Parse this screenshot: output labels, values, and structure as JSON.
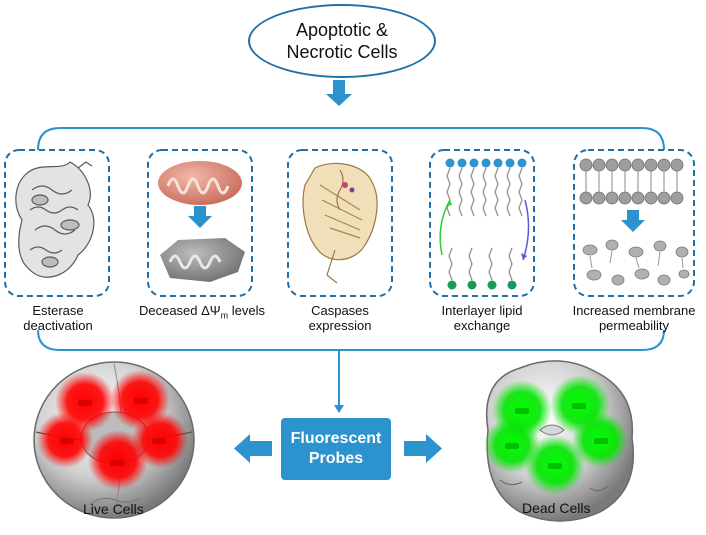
{
  "header": {
    "line1": "Apoptotic &",
    "line2": "Necrotic Cells"
  },
  "mechanisms": [
    {
      "line1": "Esterase",
      "line2": "deactivation",
      "icon": "esterase-protein-icon"
    },
    {
      "line1": "Deceased ΔΨ",
      "sub": "m",
      "line1b": " levels",
      "line2": "",
      "icon": "mitochondria-icon"
    },
    {
      "line1": "Caspases",
      "line2": "expression",
      "icon": "caspase-protein-icon"
    },
    {
      "line1": "Interlayer lipid",
      "line2": "exchange",
      "icon": "lipid-bilayer-icon"
    },
    {
      "line1": "Increased membrane",
      "line2": "permeability",
      "icon": "membrane-disruption-icon"
    }
  ],
  "probe": {
    "line1": "Fluorescent",
    "line2": "Probes"
  },
  "live_cells": {
    "label": "Live Cells",
    "color": "#ff0000"
  },
  "dead_cells": {
    "label": "Dead Cells",
    "color": "#00e600"
  },
  "colors": {
    "accent": "#2c93cf",
    "border": "#1f6fa8"
  }
}
